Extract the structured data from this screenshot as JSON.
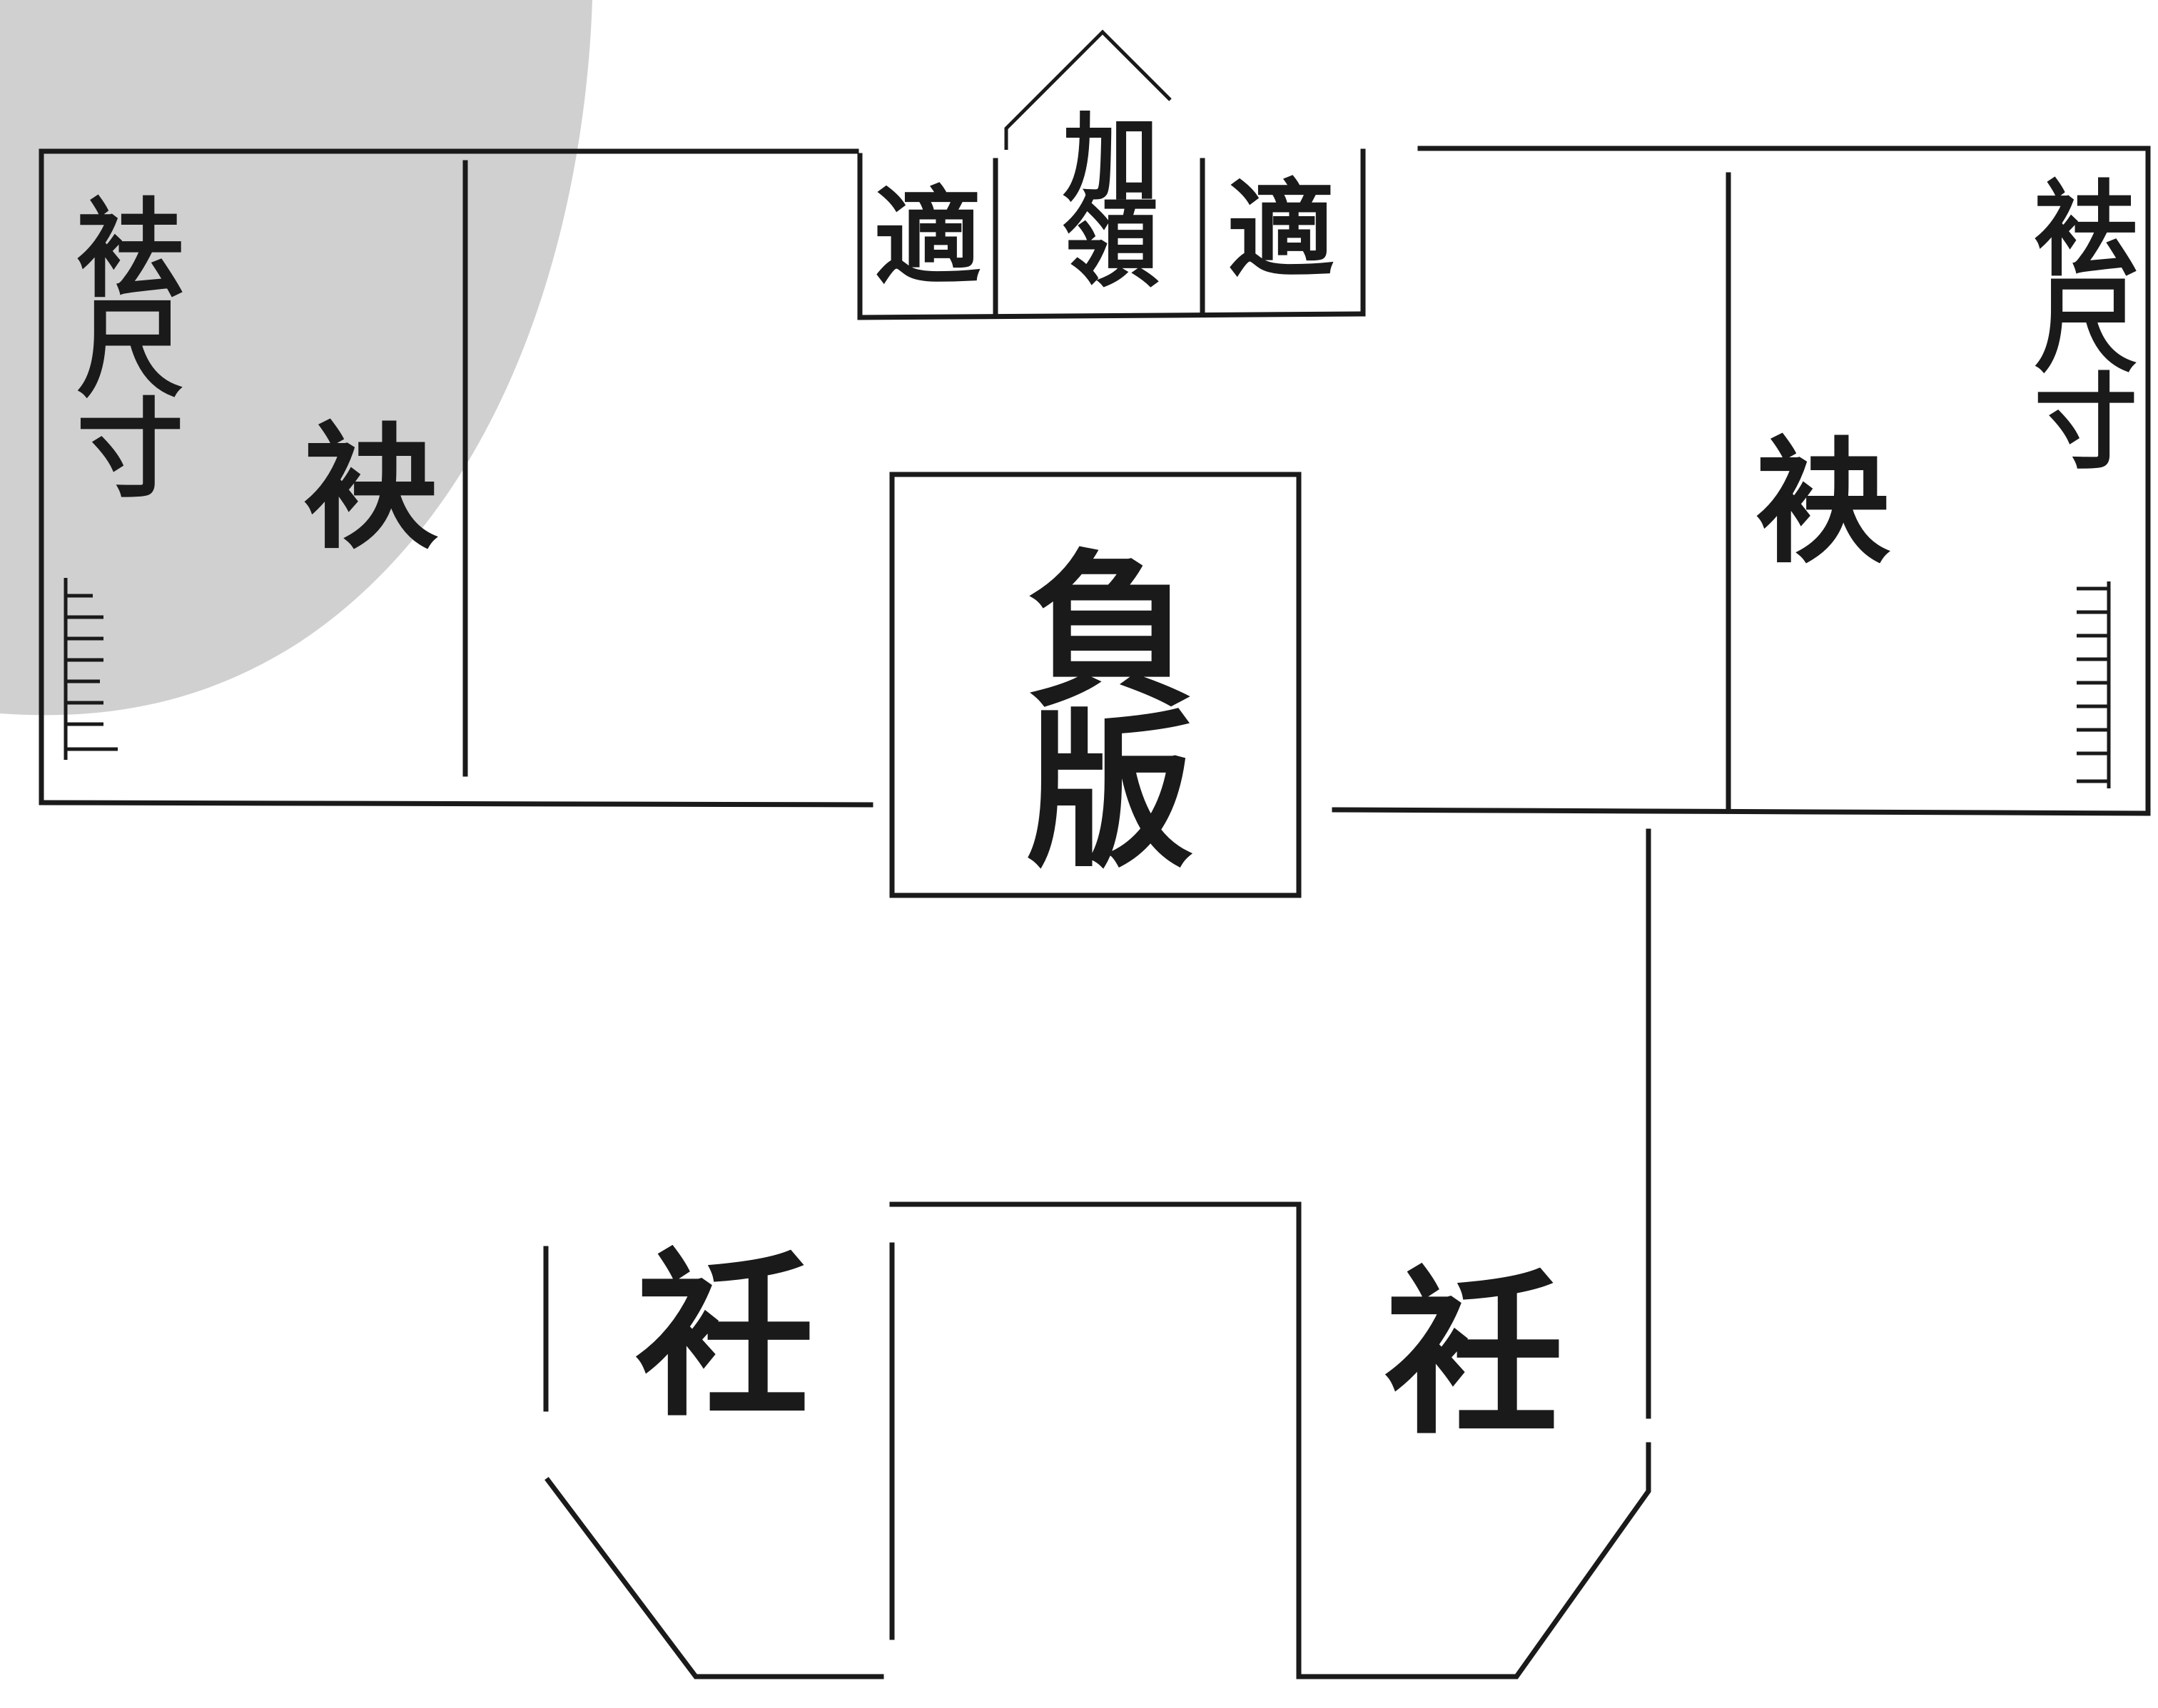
{
  "labels": {
    "cuff_left": "袪尺寸",
    "cuff_right": "袪尺寸",
    "sleeve_left": "袂",
    "sleeve_right": "袂",
    "collar_center": "加領",
    "collar_side_left": "適",
    "collar_side_right": "適",
    "back_panel": "負版",
    "skirt_left": "衽",
    "skirt_right": "衽"
  },
  "colors": {
    "ink": "#1a1a1a",
    "paper": "#ffffff",
    "stain": "#c8c8c8"
  }
}
